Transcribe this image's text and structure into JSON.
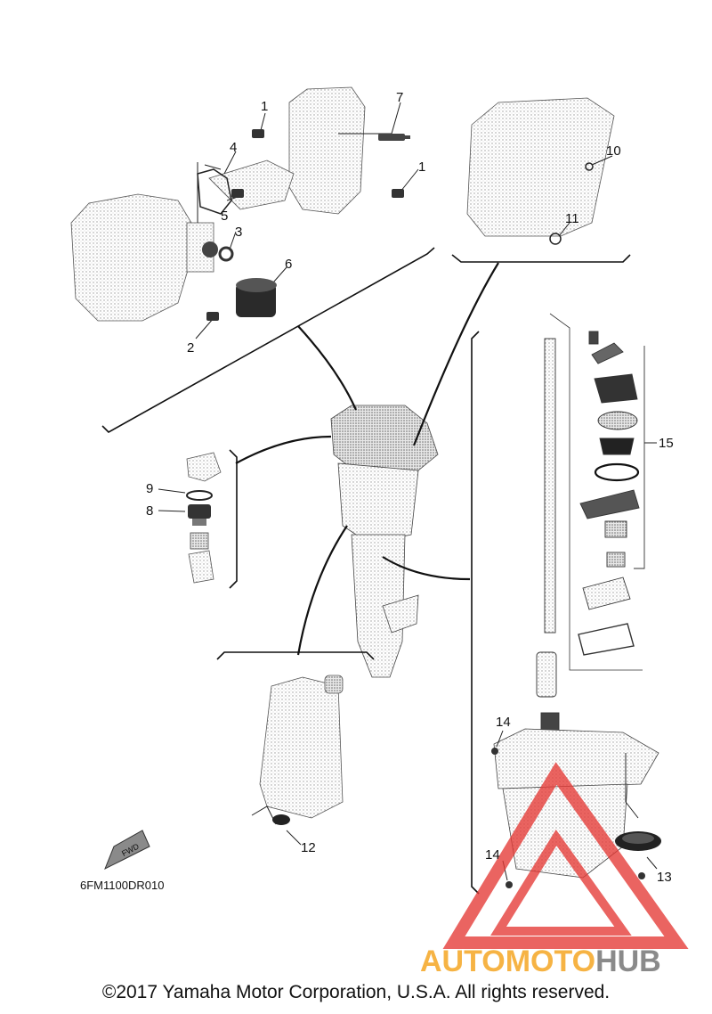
{
  "callouts": {
    "n1a": "1",
    "n1b": "1",
    "n2": "2",
    "n3": "3",
    "n4": "4",
    "n5": "5",
    "n6": "6",
    "n7": "7",
    "n8": "8",
    "n9": "9",
    "n10": "10",
    "n11": "11",
    "n12": "12",
    "n13": "13",
    "n14a": "14",
    "n14b": "14",
    "n15": "15"
  },
  "diagram_code": "6FM1100DR010",
  "fwd_label": "FWD",
  "copyright": "©2017 Yamaha Motor Corporation, U.S.A. All rights reserved.",
  "watermark": {
    "word_a": "AUTOMOTO",
    "word_b": "HUB",
    "color_a": "#f5a623",
    "color_b": "#8a8a8a",
    "triangle_color": "#e53935"
  }
}
